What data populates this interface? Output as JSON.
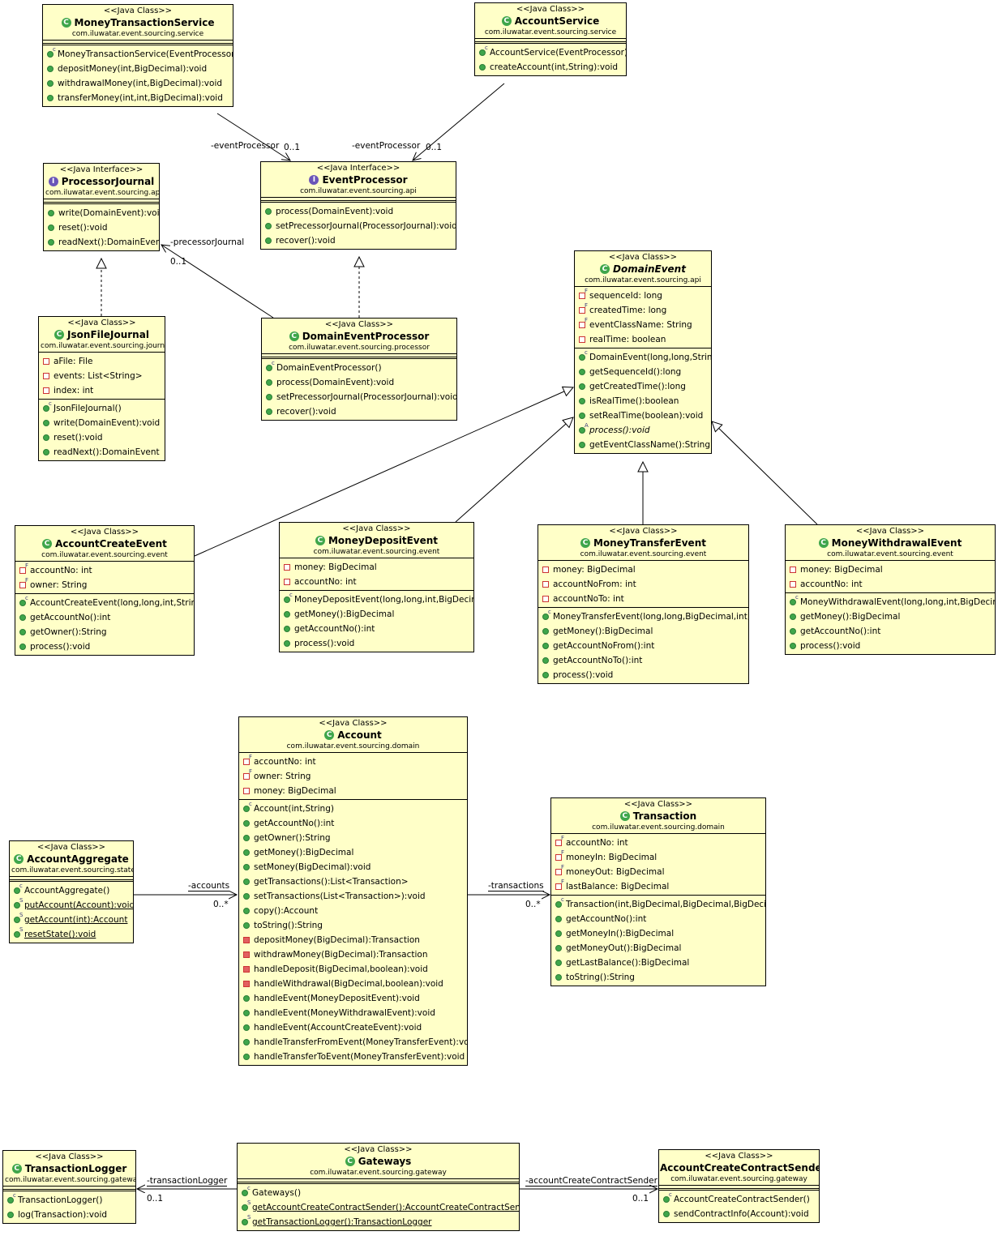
{
  "classes": [
    {
      "id": "mts",
      "stereotype": "<<Java Class>>",
      "name": "MoneyTransactionService",
      "package": "com.iluwatar.event.sourcing.service",
      "kind": "class",
      "fields": [],
      "methods": [
        {
          "text": "MoneyTransactionService(EventProcessor)",
          "vis": "public",
          "mod": "c"
        },
        {
          "text": "depositMoney(int,BigDecimal):void",
          "vis": "public"
        },
        {
          "text": "withdrawalMoney(int,BigDecimal):void",
          "vis": "public"
        },
        {
          "text": "transferMoney(int,int,BigDecimal):void",
          "vis": "public"
        }
      ]
    },
    {
      "id": "as",
      "stereotype": "<<Java Class>>",
      "name": "AccountService",
      "package": "com.iluwatar.event.sourcing.service",
      "kind": "class",
      "fields": [],
      "methods": [
        {
          "text": "AccountService(EventProcessor)",
          "vis": "public",
          "mod": "c"
        },
        {
          "text": "createAccount(int,String):void",
          "vis": "public"
        }
      ]
    },
    {
      "id": "pj",
      "stereotype": "<<Java Interface>>",
      "name": "ProcessorJournal",
      "package": "com.iluwatar.event.sourcing.api",
      "kind": "interface",
      "fields": [],
      "methods": [
        {
          "text": "write(DomainEvent):void",
          "vis": "public"
        },
        {
          "text": "reset():void",
          "vis": "public"
        },
        {
          "text": "readNext():DomainEvent",
          "vis": "public"
        }
      ]
    },
    {
      "id": "ep",
      "stereotype": "<<Java Interface>>",
      "name": "EventProcessor",
      "package": "com.iluwatar.event.sourcing.api",
      "kind": "interface",
      "fields": [],
      "methods": [
        {
          "text": "process(DomainEvent):void",
          "vis": "public"
        },
        {
          "text": "setPrecessorJournal(ProcessorJournal):void",
          "vis": "public"
        },
        {
          "text": "recover():void",
          "vis": "public"
        }
      ]
    },
    {
      "id": "de",
      "stereotype": "<<Java Class>>",
      "name": "DomainEvent",
      "package": "com.iluwatar.event.sourcing.api",
      "kind": "abstract",
      "fields": [
        {
          "text": "sequenceId: long",
          "vis": "private",
          "mod": "F"
        },
        {
          "text": "createdTime: long",
          "vis": "private",
          "mod": "F"
        },
        {
          "text": "eventClassName: String",
          "vis": "private",
          "mod": "F"
        },
        {
          "text": "realTime: boolean",
          "vis": "private"
        }
      ],
      "methods": [
        {
          "text": "DomainEvent(long,long,String)",
          "vis": "public",
          "mod": "c"
        },
        {
          "text": "getSequenceId():long",
          "vis": "public"
        },
        {
          "text": "getCreatedTime():long",
          "vis": "public"
        },
        {
          "text": "isRealTime():boolean",
          "vis": "public"
        },
        {
          "text": "setRealTime(boolean):void",
          "vis": "public"
        },
        {
          "text": "process():void",
          "vis": "public",
          "mod": "A",
          "italic": true
        },
        {
          "text": "getEventClassName():String",
          "vis": "public"
        }
      ]
    },
    {
      "id": "jfj",
      "stereotype": "<<Java Class>>",
      "name": "JsonFileJournal",
      "package": "com.iluwatar.event.sourcing.journal",
      "kind": "class",
      "fields": [
        {
          "text": "aFile: File",
          "vis": "private"
        },
        {
          "text": "events: List<String>",
          "vis": "private"
        },
        {
          "text": "index: int",
          "vis": "private"
        }
      ],
      "methods": [
        {
          "text": "JsonFileJournal()",
          "vis": "public",
          "mod": "c"
        },
        {
          "text": "write(DomainEvent):void",
          "vis": "public"
        },
        {
          "text": "reset():void",
          "vis": "public"
        },
        {
          "text": "readNext():DomainEvent",
          "vis": "public"
        }
      ]
    },
    {
      "id": "dep",
      "stereotype": "<<Java Class>>",
      "name": "DomainEventProcessor",
      "package": "com.iluwatar.event.sourcing.processor",
      "kind": "class",
      "fields": [],
      "methods": [
        {
          "text": "DomainEventProcessor()",
          "vis": "public",
          "mod": "c"
        },
        {
          "text": "process(DomainEvent):void",
          "vis": "public"
        },
        {
          "text": "setPrecessorJournal(ProcessorJournal):void",
          "vis": "public"
        },
        {
          "text": "recover():void",
          "vis": "public"
        }
      ]
    },
    {
      "id": "ace",
      "stereotype": "<<Java Class>>",
      "name": "AccountCreateEvent",
      "package": "com.iluwatar.event.sourcing.event",
      "kind": "class",
      "fields": [
        {
          "text": "accountNo: int",
          "vis": "private",
          "mod": "F"
        },
        {
          "text": "owner: String",
          "vis": "private",
          "mod": "F"
        }
      ],
      "methods": [
        {
          "text": "AccountCreateEvent(long,long,int,String)",
          "vis": "public",
          "mod": "c"
        },
        {
          "text": "getAccountNo():int",
          "vis": "public"
        },
        {
          "text": "getOwner():String",
          "vis": "public"
        },
        {
          "text": "process():void",
          "vis": "public"
        }
      ]
    },
    {
      "id": "mde",
      "stereotype": "<<Java Class>>",
      "name": "MoneyDepositEvent",
      "package": "com.iluwatar.event.sourcing.event",
      "kind": "class",
      "fields": [
        {
          "text": "money: BigDecimal",
          "vis": "private"
        },
        {
          "text": "accountNo: int",
          "vis": "private"
        }
      ],
      "methods": [
        {
          "text": "MoneyDepositEvent(long,long,int,BigDecimal)",
          "vis": "public",
          "mod": "c"
        },
        {
          "text": "getMoney():BigDecimal",
          "vis": "public"
        },
        {
          "text": "getAccountNo():int",
          "vis": "public"
        },
        {
          "text": "process():void",
          "vis": "public"
        }
      ]
    },
    {
      "id": "mte",
      "stereotype": "<<Java Class>>",
      "name": "MoneyTransferEvent",
      "package": "com.iluwatar.event.sourcing.event",
      "kind": "class",
      "fields": [
        {
          "text": "money: BigDecimal",
          "vis": "private"
        },
        {
          "text": "accountNoFrom: int",
          "vis": "private"
        },
        {
          "text": "accountNoTo: int",
          "vis": "private"
        }
      ],
      "methods": [
        {
          "text": "MoneyTransferEvent(long,long,BigDecimal,int,int)",
          "vis": "public",
          "mod": "c"
        },
        {
          "text": "getMoney():BigDecimal",
          "vis": "public"
        },
        {
          "text": "getAccountNoFrom():int",
          "vis": "public"
        },
        {
          "text": "getAccountNoTo():int",
          "vis": "public"
        },
        {
          "text": "process():void",
          "vis": "public"
        }
      ]
    },
    {
      "id": "mwe",
      "stereotype": "<<Java Class>>",
      "name": "MoneyWithdrawalEvent",
      "package": "com.iluwatar.event.sourcing.event",
      "kind": "class",
      "fields": [
        {
          "text": "money: BigDecimal",
          "vis": "private"
        },
        {
          "text": "accountNo: int",
          "vis": "private"
        }
      ],
      "methods": [
        {
          "text": "MoneyWithdrawalEvent(long,long,int,BigDecimal)",
          "vis": "public",
          "mod": "c"
        },
        {
          "text": "getMoney():BigDecimal",
          "vis": "public"
        },
        {
          "text": "getAccountNo():int",
          "vis": "public"
        },
        {
          "text": "process():void",
          "vis": "public"
        }
      ]
    },
    {
      "id": "acc",
      "stereotype": "<<Java Class>>",
      "name": "Account",
      "package": "com.iluwatar.event.sourcing.domain",
      "kind": "class",
      "fields": [
        {
          "text": "accountNo: int",
          "vis": "private",
          "mod": "F"
        },
        {
          "text": "owner: String",
          "vis": "private",
          "mod": "F"
        },
        {
          "text": "money: BigDecimal",
          "vis": "private"
        }
      ],
      "methods": [
        {
          "text": "Account(int,String)",
          "vis": "public",
          "mod": "c"
        },
        {
          "text": "getAccountNo():int",
          "vis": "public"
        },
        {
          "text": "getOwner():String",
          "vis": "public"
        },
        {
          "text": "getMoney():BigDecimal",
          "vis": "public"
        },
        {
          "text": "setMoney(BigDecimal):void",
          "vis": "public"
        },
        {
          "text": "getTransactions():List<Transaction>",
          "vis": "public"
        },
        {
          "text": "setTransactions(List<Transaction>):void",
          "vis": "public"
        },
        {
          "text": "copy():Account",
          "vis": "public"
        },
        {
          "text": "toString():String",
          "vis": "public"
        },
        {
          "text": "depositMoney(BigDecimal):Transaction",
          "vis": "privm"
        },
        {
          "text": "withdrawMoney(BigDecimal):Transaction",
          "vis": "privm"
        },
        {
          "text": "handleDeposit(BigDecimal,boolean):void",
          "vis": "privm"
        },
        {
          "text": "handleWithdrawal(BigDecimal,boolean):void",
          "vis": "privm"
        },
        {
          "text": "handleEvent(MoneyDepositEvent):void",
          "vis": "public"
        },
        {
          "text": "handleEvent(MoneyWithdrawalEvent):void",
          "vis": "public"
        },
        {
          "text": "handleEvent(AccountCreateEvent):void",
          "vis": "public"
        },
        {
          "text": "handleTransferFromEvent(MoneyTransferEvent):void",
          "vis": "public"
        },
        {
          "text": "handleTransferToEvent(MoneyTransferEvent):void",
          "vis": "public"
        }
      ]
    },
    {
      "id": "aa",
      "stereotype": "<<Java Class>>",
      "name": "AccountAggregate",
      "package": "com.iluwatar.event.sourcing.state",
      "kind": "class",
      "fields": [],
      "methods": [
        {
          "text": "AccountAggregate()",
          "vis": "public",
          "mod": "c"
        },
        {
          "text": "putAccount(Account):void",
          "vis": "public",
          "mod": "S",
          "underline": true
        },
        {
          "text": "getAccount(int):Account",
          "vis": "public",
          "mod": "S",
          "underline": true
        },
        {
          "text": "resetState():void",
          "vis": "public",
          "mod": "S",
          "underline": true
        }
      ]
    },
    {
      "id": "tr",
      "stereotype": "<<Java Class>>",
      "name": "Transaction",
      "package": "com.iluwatar.event.sourcing.domain",
      "kind": "class",
      "fields": [
        {
          "text": "accountNo: int",
          "vis": "private",
          "mod": "F"
        },
        {
          "text": "moneyIn: BigDecimal",
          "vis": "private",
          "mod": "F"
        },
        {
          "text": "moneyOut: BigDecimal",
          "vis": "private",
          "mod": "F"
        },
        {
          "text": "lastBalance: BigDecimal",
          "vis": "private",
          "mod": "F"
        }
      ],
      "methods": [
        {
          "text": "Transaction(int,BigDecimal,BigDecimal,BigDecimal)",
          "vis": "public",
          "mod": "c"
        },
        {
          "text": "getAccountNo():int",
          "vis": "public"
        },
        {
          "text": "getMoneyIn():BigDecimal",
          "vis": "public"
        },
        {
          "text": "getMoneyOut():BigDecimal",
          "vis": "public"
        },
        {
          "text": "getLastBalance():BigDecimal",
          "vis": "public"
        },
        {
          "text": "toString():String",
          "vis": "public"
        }
      ]
    },
    {
      "id": "tl",
      "stereotype": "<<Java Class>>",
      "name": "TransactionLogger",
      "package": "com.iluwatar.event.sourcing.gateway",
      "kind": "class",
      "fields": [],
      "methods": [
        {
          "text": "TransactionLogger()",
          "vis": "public",
          "mod": "c"
        },
        {
          "text": "log(Transaction):void",
          "vis": "public"
        }
      ]
    },
    {
      "id": "gw",
      "stereotype": "<<Java Class>>",
      "name": "Gateways",
      "package": "com.iluwatar.event.sourcing.gateway",
      "kind": "class",
      "fields": [],
      "methods": [
        {
          "text": "Gateways()",
          "vis": "public",
          "mod": "c"
        },
        {
          "text": "getAccountCreateContractSender():AccountCreateContractSender",
          "vis": "public",
          "mod": "S",
          "underline": true
        },
        {
          "text": "getTransactionLogger():TransactionLogger",
          "vis": "public",
          "mod": "S",
          "underline": true
        }
      ]
    },
    {
      "id": "accs",
      "stereotype": "<<Java Class>>",
      "name": "AccountCreateContractSender",
      "package": "com.iluwatar.event.sourcing.gateway",
      "kind": "class",
      "fields": [],
      "methods": [
        {
          "text": "AccountCreateContractSender()",
          "vis": "public",
          "mod": "c"
        },
        {
          "text": "sendContractInfo(Account):void",
          "vis": "public"
        }
      ]
    }
  ],
  "labels": [
    {
      "id": "l1",
      "text": "-eventProcessor"
    },
    {
      "id": "l2",
      "text": "0..1"
    },
    {
      "id": "l3",
      "text": "-eventProcessor"
    },
    {
      "id": "l4",
      "text": "0..1"
    },
    {
      "id": "l5",
      "text": "-precessorJournal"
    },
    {
      "id": "l6",
      "text": "0..1"
    },
    {
      "id": "l7",
      "text": "-accounts"
    },
    {
      "id": "l8",
      "text": "0..*"
    },
    {
      "id": "l9",
      "text": "-transactions"
    },
    {
      "id": "l10",
      "text": "0..*"
    },
    {
      "id": "l11",
      "text": "-transactionLogger"
    },
    {
      "id": "l12",
      "text": "0..1"
    },
    {
      "id": "l13",
      "text": "-accountCreateContractSender"
    },
    {
      "id": "l14",
      "text": "0..1"
    }
  ]
}
